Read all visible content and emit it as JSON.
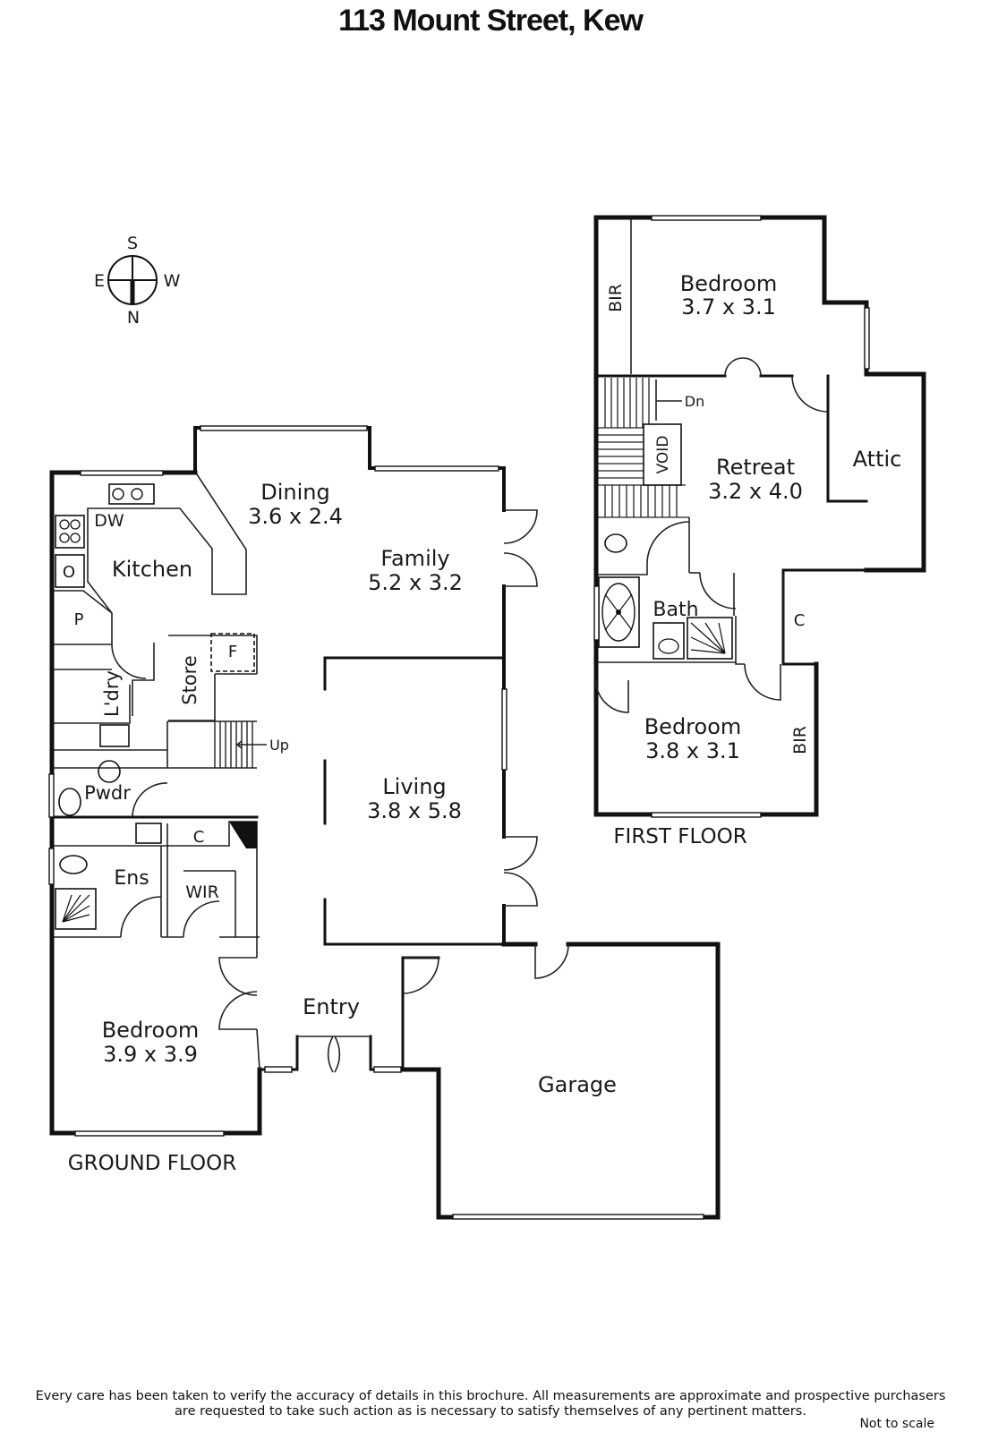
{
  "title": "113 Mount Street, Kew",
  "compass": {
    "s": "S",
    "e": "E",
    "w": "W",
    "n": "N"
  },
  "ground_floor": {
    "label": "GROUND FLOOR",
    "rooms": {
      "dining": {
        "name": "Dining",
        "size": "3.6 x 2.4"
      },
      "family": {
        "name": "Family",
        "size": "5.2 x 3.2"
      },
      "kitchen": {
        "name": "Kitchen"
      },
      "living": {
        "name": "Living",
        "size": "3.8 x 5.8"
      },
      "bedroom": {
        "name": "Bedroom",
        "size": "3.9 x 3.9"
      },
      "entry": {
        "name": "Entry"
      },
      "garage": {
        "name": "Garage"
      },
      "ensuite": {
        "name": "Ens"
      },
      "wir": {
        "name": "WIR"
      },
      "powder": {
        "name": "Pwdr"
      },
      "laundry": {
        "name": "L'dry"
      },
      "store": {
        "name": "Store"
      }
    },
    "fixtures": {
      "dw": "DW",
      "oven": "O",
      "pantry": "P",
      "fridge": "F",
      "cupboard": "C",
      "stairs_up": "Up"
    }
  },
  "first_floor": {
    "label": "FIRST FLOOR",
    "rooms": {
      "bedroom1": {
        "name": "Bedroom",
        "size": "3.7 x 3.1"
      },
      "retreat": {
        "name": "Retreat",
        "size": "3.2 x 4.0"
      },
      "attic": {
        "name": "Attic"
      },
      "bath": {
        "name": "Bath"
      },
      "bedroom2": {
        "name": "Bedroom",
        "size": "3.8 x 3.1"
      }
    },
    "fixtures": {
      "bir_top": "BIR",
      "bir_bottom": "BIR",
      "void": "VOID",
      "stairs_down": "Dn",
      "cupboard": "C"
    }
  },
  "disclaimer": {
    "line1": "Every care has been taken to verify the accuracy of details in this brochure.  All measurements are approximate and prospective purchasers",
    "line2": "are requested to take such action as is necessary to satisfy themselves of any pertinent matters."
  },
  "not_to_scale": "Not to scale"
}
